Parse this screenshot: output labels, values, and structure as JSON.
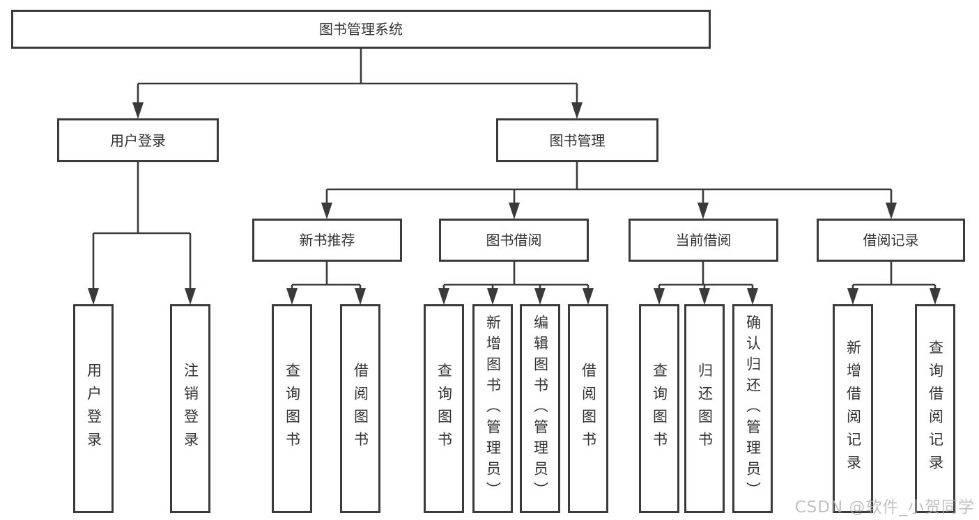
{
  "colors": {
    "line": "#3a3a3a",
    "box_bg": "#ffffff",
    "text": "#333333",
    "watermark": "#b3b3b3"
  },
  "root": {
    "label": "图书管理系统"
  },
  "level2": {
    "user_login": "用户登录",
    "book_management": "图书管理"
  },
  "level3": {
    "new_book_recommend": "新书推荐",
    "book_borrowing": "图书借阅",
    "current_borrowing": "当前借阅",
    "borrowing_records": "借阅记录"
  },
  "leaves": {
    "user_login": [
      "用户登录",
      "注销登录"
    ],
    "new_book_recommend": [
      "查询图书",
      "借阅图书"
    ],
    "book_borrowing": [
      "查询图书",
      "新增图书（管理员）",
      "编辑图书（管理员）",
      "借阅图书"
    ],
    "current_borrowing": [
      "查询图书",
      "归还图书",
      "确认归还（管理员）"
    ],
    "borrowing_records": [
      "新增借阅记录",
      "查询借阅记录"
    ]
  },
  "watermark": "CSDN @软件_小贺同学"
}
